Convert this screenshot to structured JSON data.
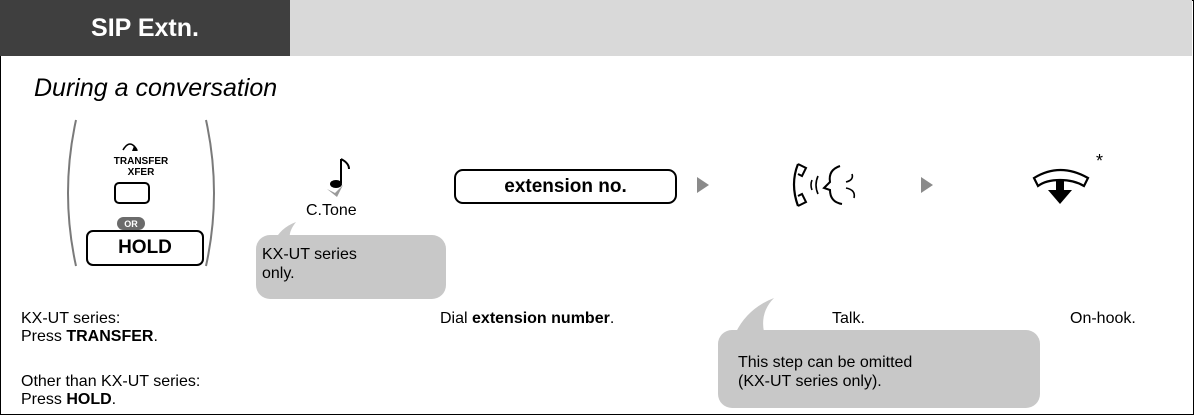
{
  "header": {
    "tab_label": "SIP Extn."
  },
  "title": "During a conversation",
  "phone": {
    "transfer_line1": "TRANSFER",
    "transfer_line2": "XFER",
    "or_label": "OR",
    "hold_label": "HOLD"
  },
  "tone": {
    "label": "C.Tone"
  },
  "callout_ut": {
    "line1": "KX-UT series",
    "line2": "only."
  },
  "dial": {
    "box_label": "extension no."
  },
  "callout_omit": {
    "line1": "This step can be omitted",
    "line2": "(KX-UT series only)."
  },
  "on_hook_mark": "*",
  "captions": {
    "press_ut_line1": "KX-UT series:",
    "press_ut_prefix": "Press ",
    "press_ut_key": "TRANSFER",
    "press_ut_suffix": ".",
    "press_other_line1": "Other than KX-UT series:",
    "press_other_prefix": "Press ",
    "press_other_key": "HOLD",
    "press_other_suffix": ".",
    "dial_prefix": "Dial ",
    "dial_bold": "extension number",
    "dial_suffix": ".",
    "talk": "Talk.",
    "on_hook": "On-hook."
  }
}
